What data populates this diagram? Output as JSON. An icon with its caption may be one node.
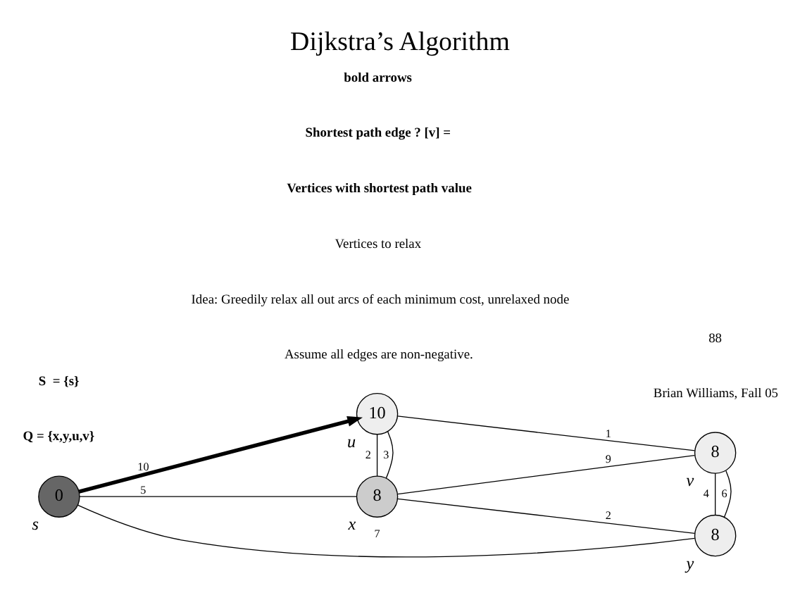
{
  "diagram": {
    "title": "Dijkstra’s Algorithm",
    "nodes": [
      {
        "text": [
          "10"
        ],
        "beside": [
          "u"
        ]
      },
      {
        "text": [
          "8"
        ],
        "beside": [
          "v"
        ]
      },
      {
        "text": [
          "0"
        ],
        "beside": [
          "s"
        ]
      },
      {
        "text": [
          "8"
        ],
        "beside": [
          "x"
        ]
      },
      {
        "text": [
          "8"
        ],
        "beside": [
          "y"
        ]
      }
    ],
    "edges": [
      {
        "from": 2,
        "to": 0,
        "arrow": "to",
        "label": "10",
        "style": "thick"
      },
      {
        "from": 0,
        "to": 1,
        "arrow": "none",
        "label": "1"
      },
      {
        "from": 0,
        "to": 3,
        "arrow": "none",
        "label": "2"
      },
      {
        "from": 0,
        "to": 3,
        "arrow": "none",
        "label": "3"
      },
      {
        "from": 3,
        "to": 1,
        "arrow": "none",
        "label": "9"
      },
      {
        "from": 1,
        "to": 4,
        "arrow": "none",
        "label": "4"
      },
      {
        "from": 1,
        "to": 4,
        "arrow": "none",
        "label": "6"
      },
      {
        "from": 2,
        "to": 4,
        "arrow": "none",
        "label": "7"
      },
      {
        "from": 2,
        "to": 3,
        "arrow": "none",
        "label": "5"
      },
      {
        "from": 3,
        "to": 4,
        "arrow": "none",
        "label": "2"
      }
    ],
    "labels": [
      "Assume all edges are non-negative.",
      "Idea: Greedily relax all out arcs of each minimum cost, unrelaxed node",
      "Q = {x,y,u,v}",
      "S  = {s}",
      "Vertices to relax",
      "Vertices with shortest path value",
      "Shortest path edge ? [v] =",
      "bold arrows",
      "Brian Williams, Fall 05",
      "88"
    ]
  }
}
